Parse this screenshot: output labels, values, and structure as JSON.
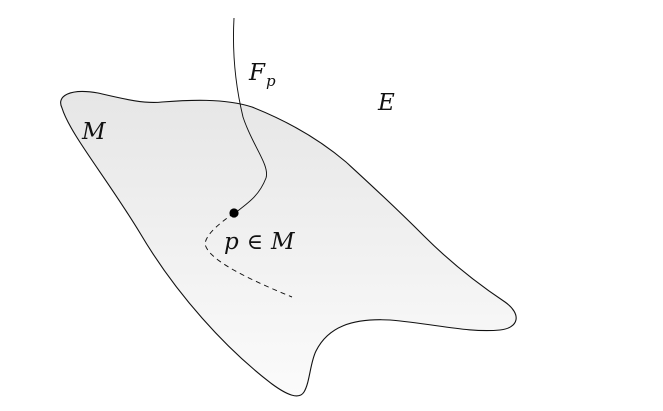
{
  "labels": {
    "fiber_main": "F",
    "fiber_sub": "p",
    "total_space": "E",
    "base_space": "M",
    "point_var": "p",
    "element_of": "∈",
    "point_set": "M"
  },
  "colors": {
    "stroke": "#111111",
    "fill_top": "#e8e8e8",
    "fill_bottom": "#fbfbfb",
    "point": "#000000"
  }
}
